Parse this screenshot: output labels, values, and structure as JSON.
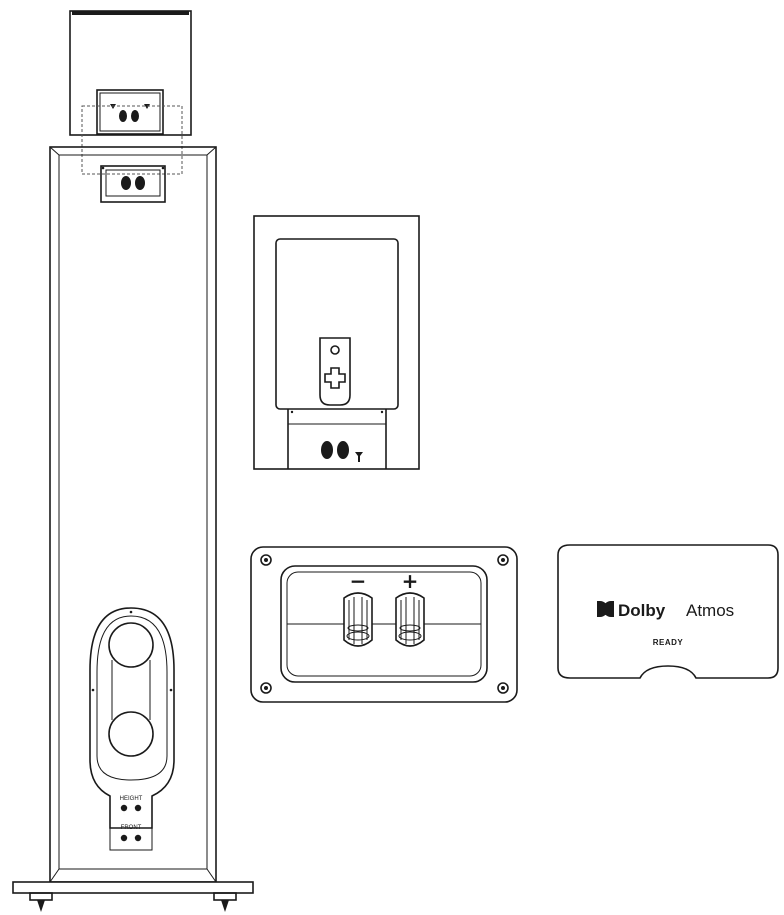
{
  "speaker_panel": {
    "height_label": "HEIGHT",
    "front_label": "FRONT"
  },
  "terminal_closeup": {
    "minus_symbol": "−",
    "plus_symbol": "+"
  },
  "badge": {
    "brand": "Dolby",
    "product": "Atmos",
    "status": "READY",
    "logo_icon": "dolby-double-d-icon"
  }
}
